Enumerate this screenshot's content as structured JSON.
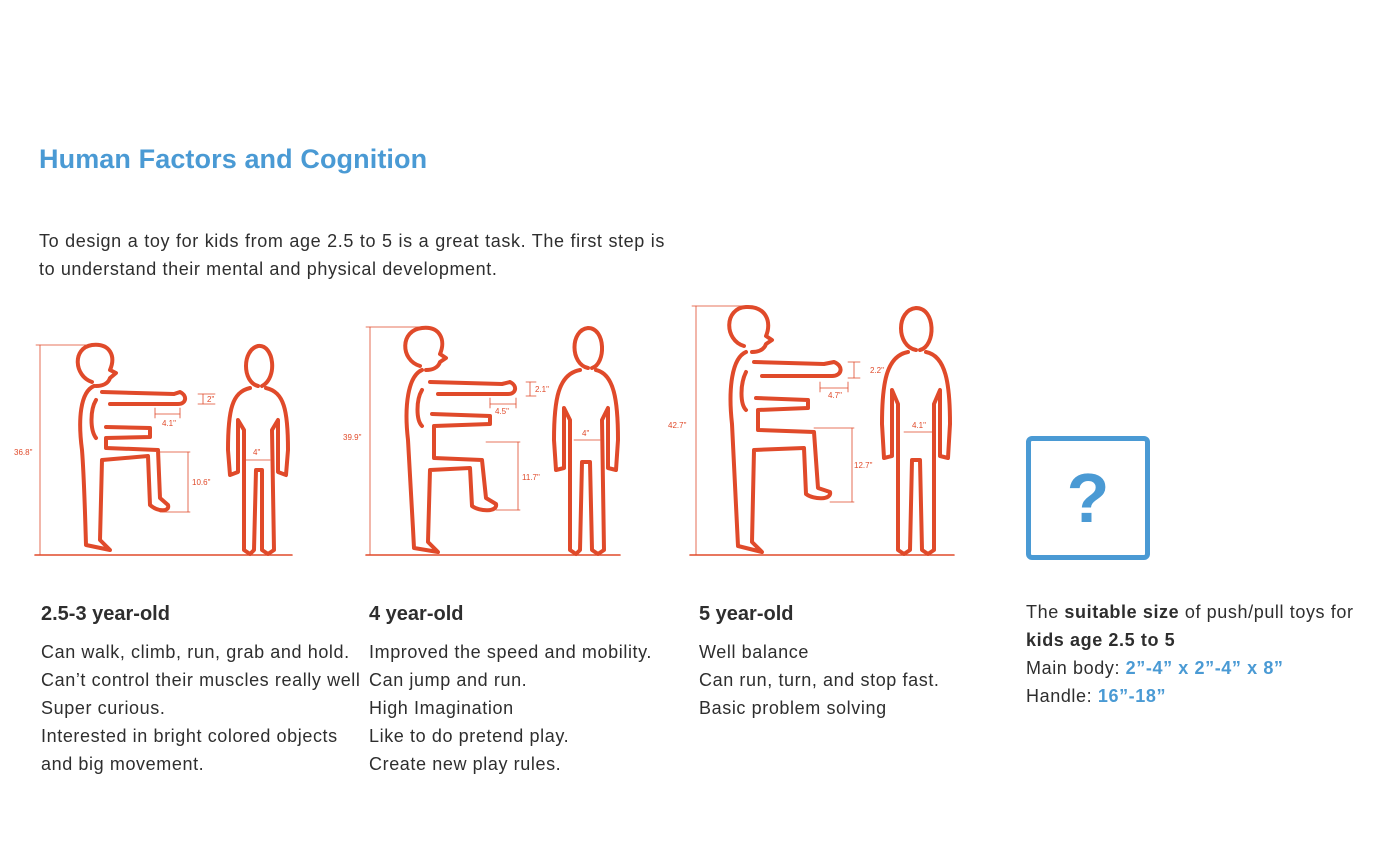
{
  "title": "Human Factors and Cognition",
  "intro": "To design a toy for kids from age 2.5 to 5 is a great task. The first step is to understand their mental and physical development.",
  "colors": {
    "accent": "#4a9ad4",
    "figure": "#e04a2a",
    "text": "#2e2e2e"
  },
  "figures": [
    {
      "height": "36.8\"",
      "reach": "4.1\"",
      "hand": "2\"",
      "knee": "10.6\"",
      "stance": "4\""
    },
    {
      "height": "39.9\"",
      "reach": "4.5\"",
      "hand": "2.1\"",
      "knee": "11.7\"",
      "stance": "4\""
    },
    {
      "height": "42.7\"",
      "reach": "4.7\"",
      "hand": "2.2\"",
      "knee": "12.7\"",
      "stance": "4.1\""
    }
  ],
  "columns": [
    {
      "heading": "2.5-3 year-old",
      "lines": [
        "Can walk, climb, run, grab and hold.",
        "Can’t control their muscles really well",
        "Super curious.",
        "Interested in bright colored objects",
        "and big movement."
      ]
    },
    {
      "heading": "4 year-old",
      "lines": [
        "Improved the speed and mobility.",
        "Can jump and run.",
        "High Imagination",
        "Like to do pretend play.",
        "Create new play rules."
      ]
    },
    {
      "heading": "5 year-old",
      "lines": [
        "Well balance",
        "Can run, turn, and stop fast.",
        "Basic problem solving"
      ]
    }
  ],
  "unknown_icon": "question-mark-icon",
  "question_mark": "?",
  "summary": {
    "t1": "The ",
    "b1": "suitable size",
    "t2": " of push/pull toys for ",
    "b2": "kids age 2.5 to 5",
    "main_label": "Main body: ",
    "main_value": "2”-4” x 2”-4” x 8”",
    "handle_label": "Handle: ",
    "handle_value": "16”-18”"
  }
}
